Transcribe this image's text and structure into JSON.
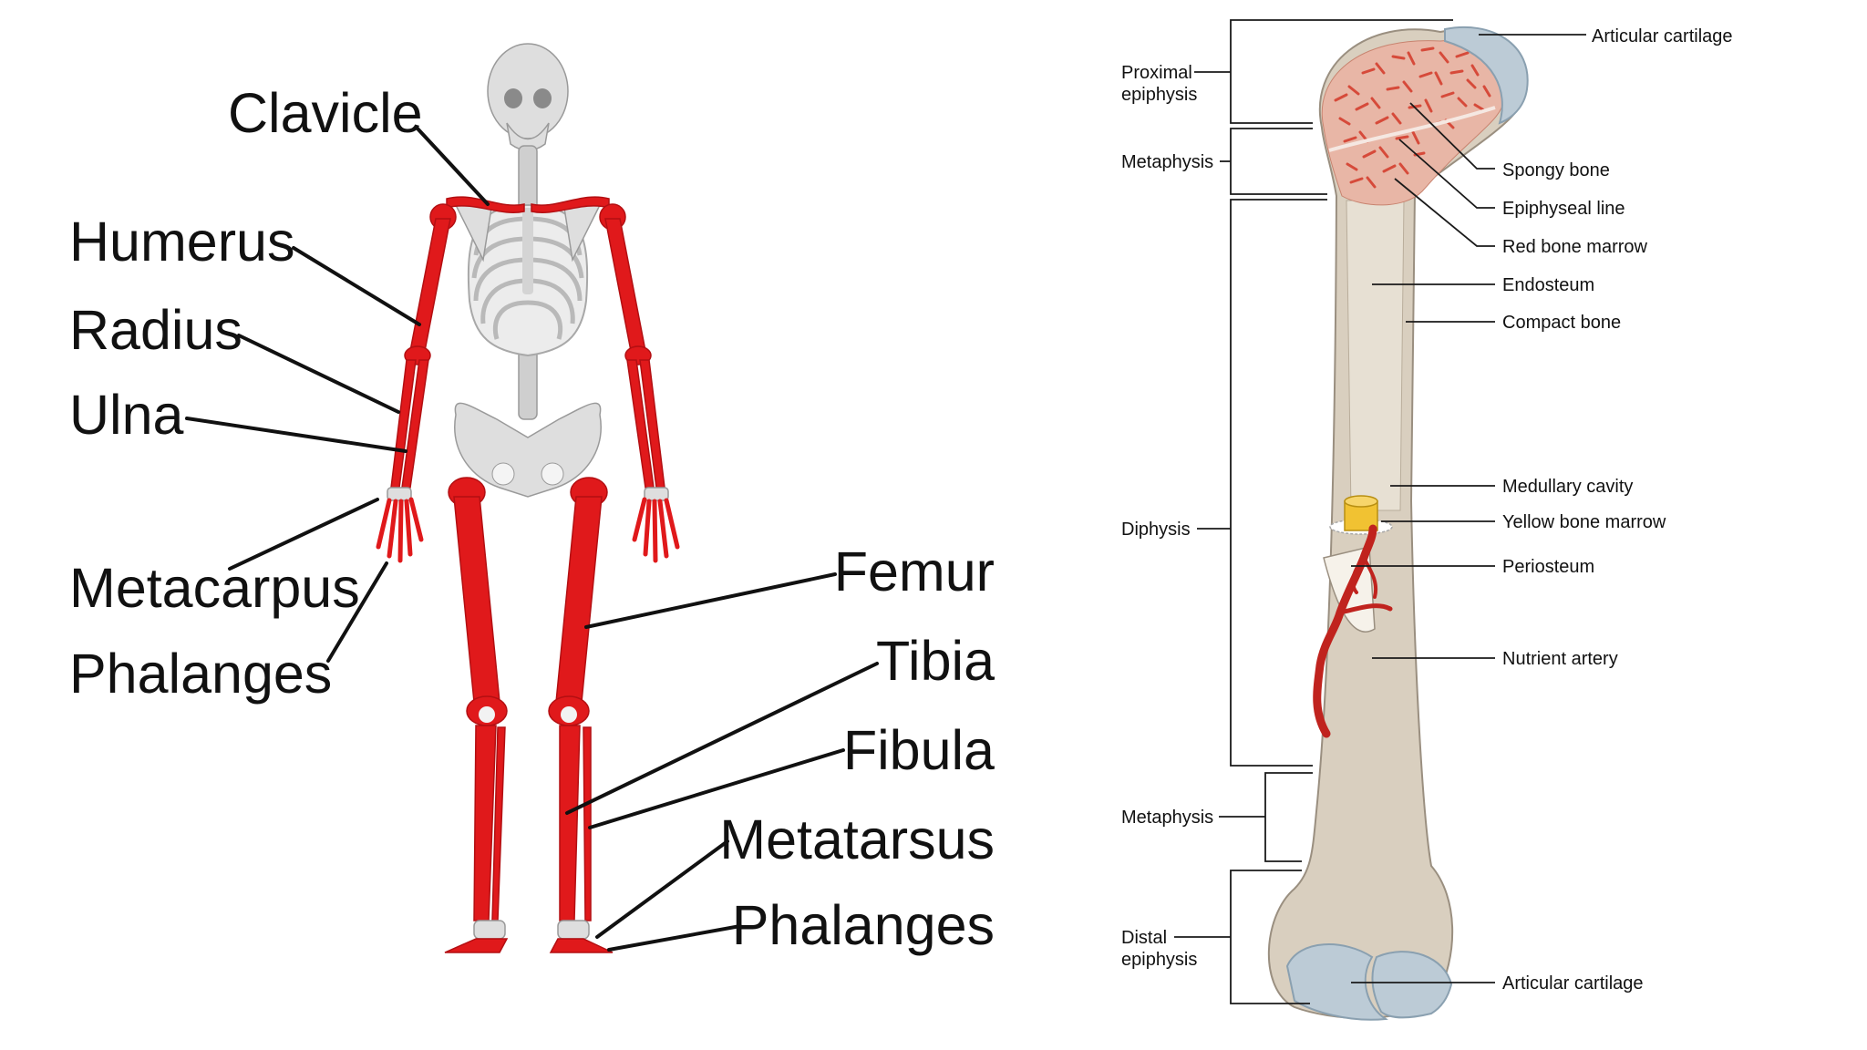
{
  "skeleton": {
    "labels": {
      "clavicle": "Clavicle",
      "humerus": "Humerus",
      "radius": "Radius",
      "ulna": "Ulna",
      "metacarpus": "Metacarpus",
      "phalanges_hand": "Phalanges",
      "femur": "Femur",
      "tibia": "Tibia",
      "fibula": "Fibula",
      "metatarsus": "Metatarsus",
      "phalanges_foot": "Phalanges"
    },
    "colors": {
      "long_bone": "#e0191b",
      "other_bone": "#dedede"
    }
  },
  "long_bone": {
    "regions": {
      "proximal_epiphysis_l1": "Proximal",
      "proximal_epiphysis_l2": "epiphysis",
      "metaphysis_top": "Metaphysis",
      "diaphysis": "Diphysis",
      "metaphysis_bottom": "Metaphysis",
      "distal_epiphysis_l1": "Distal",
      "distal_epiphysis_l2": "epiphysis"
    },
    "structures": {
      "articular_cartilage_top": "Articular cartilage",
      "spongy_bone": "Spongy bone",
      "epiphyseal_line": "Epiphyseal line",
      "red_bone_marrow": "Red bone marrow",
      "endosteum": "Endosteum",
      "compact_bone": "Compact bone",
      "medullary_cavity": "Medullary cavity",
      "yellow_bone_marrow": "Yellow bone marrow",
      "periosteum": "Periosteum",
      "nutrient_artery": "Nutrient artery",
      "articular_cartilage_bottom": "Articular cartilage"
    },
    "colors": {
      "shaft": "#d9cfbf",
      "cartilage": "#bccbd6",
      "spongy": "#d64a3a",
      "yellow_marrow": "#f1c232",
      "artery": "#c0231e"
    }
  }
}
